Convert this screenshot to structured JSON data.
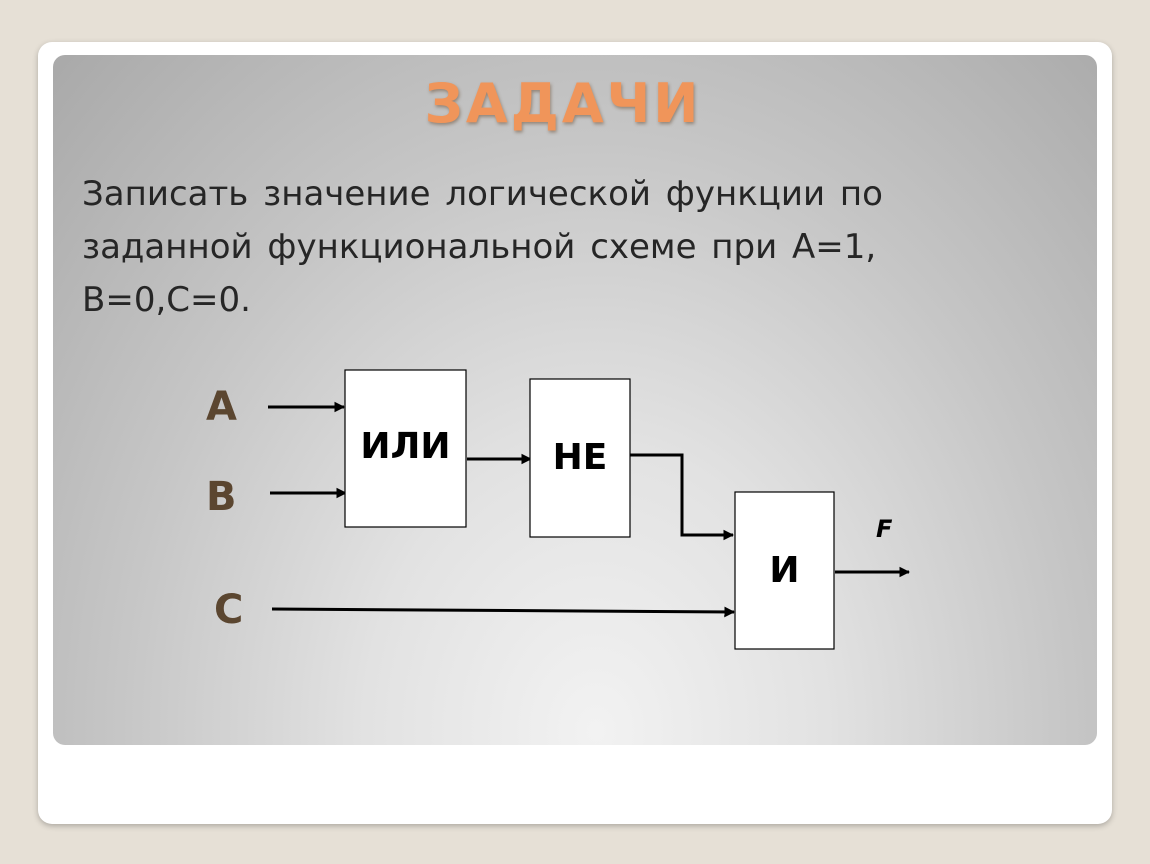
{
  "slide": {
    "title": "ЗАДАЧИ",
    "task_text": "Записать значение логической функции по заданной функциональной схеме при  A=1, B=0,C=0."
  },
  "diagram": {
    "inputs": [
      "A",
      "B",
      "C"
    ],
    "gates": {
      "or": "ИЛИ",
      "not": "НЕ",
      "and": "И"
    },
    "output": "F"
  },
  "colors": {
    "title": "#f0955a",
    "input_labels": "#5b4630",
    "frame_background": "#e6e0d6"
  }
}
